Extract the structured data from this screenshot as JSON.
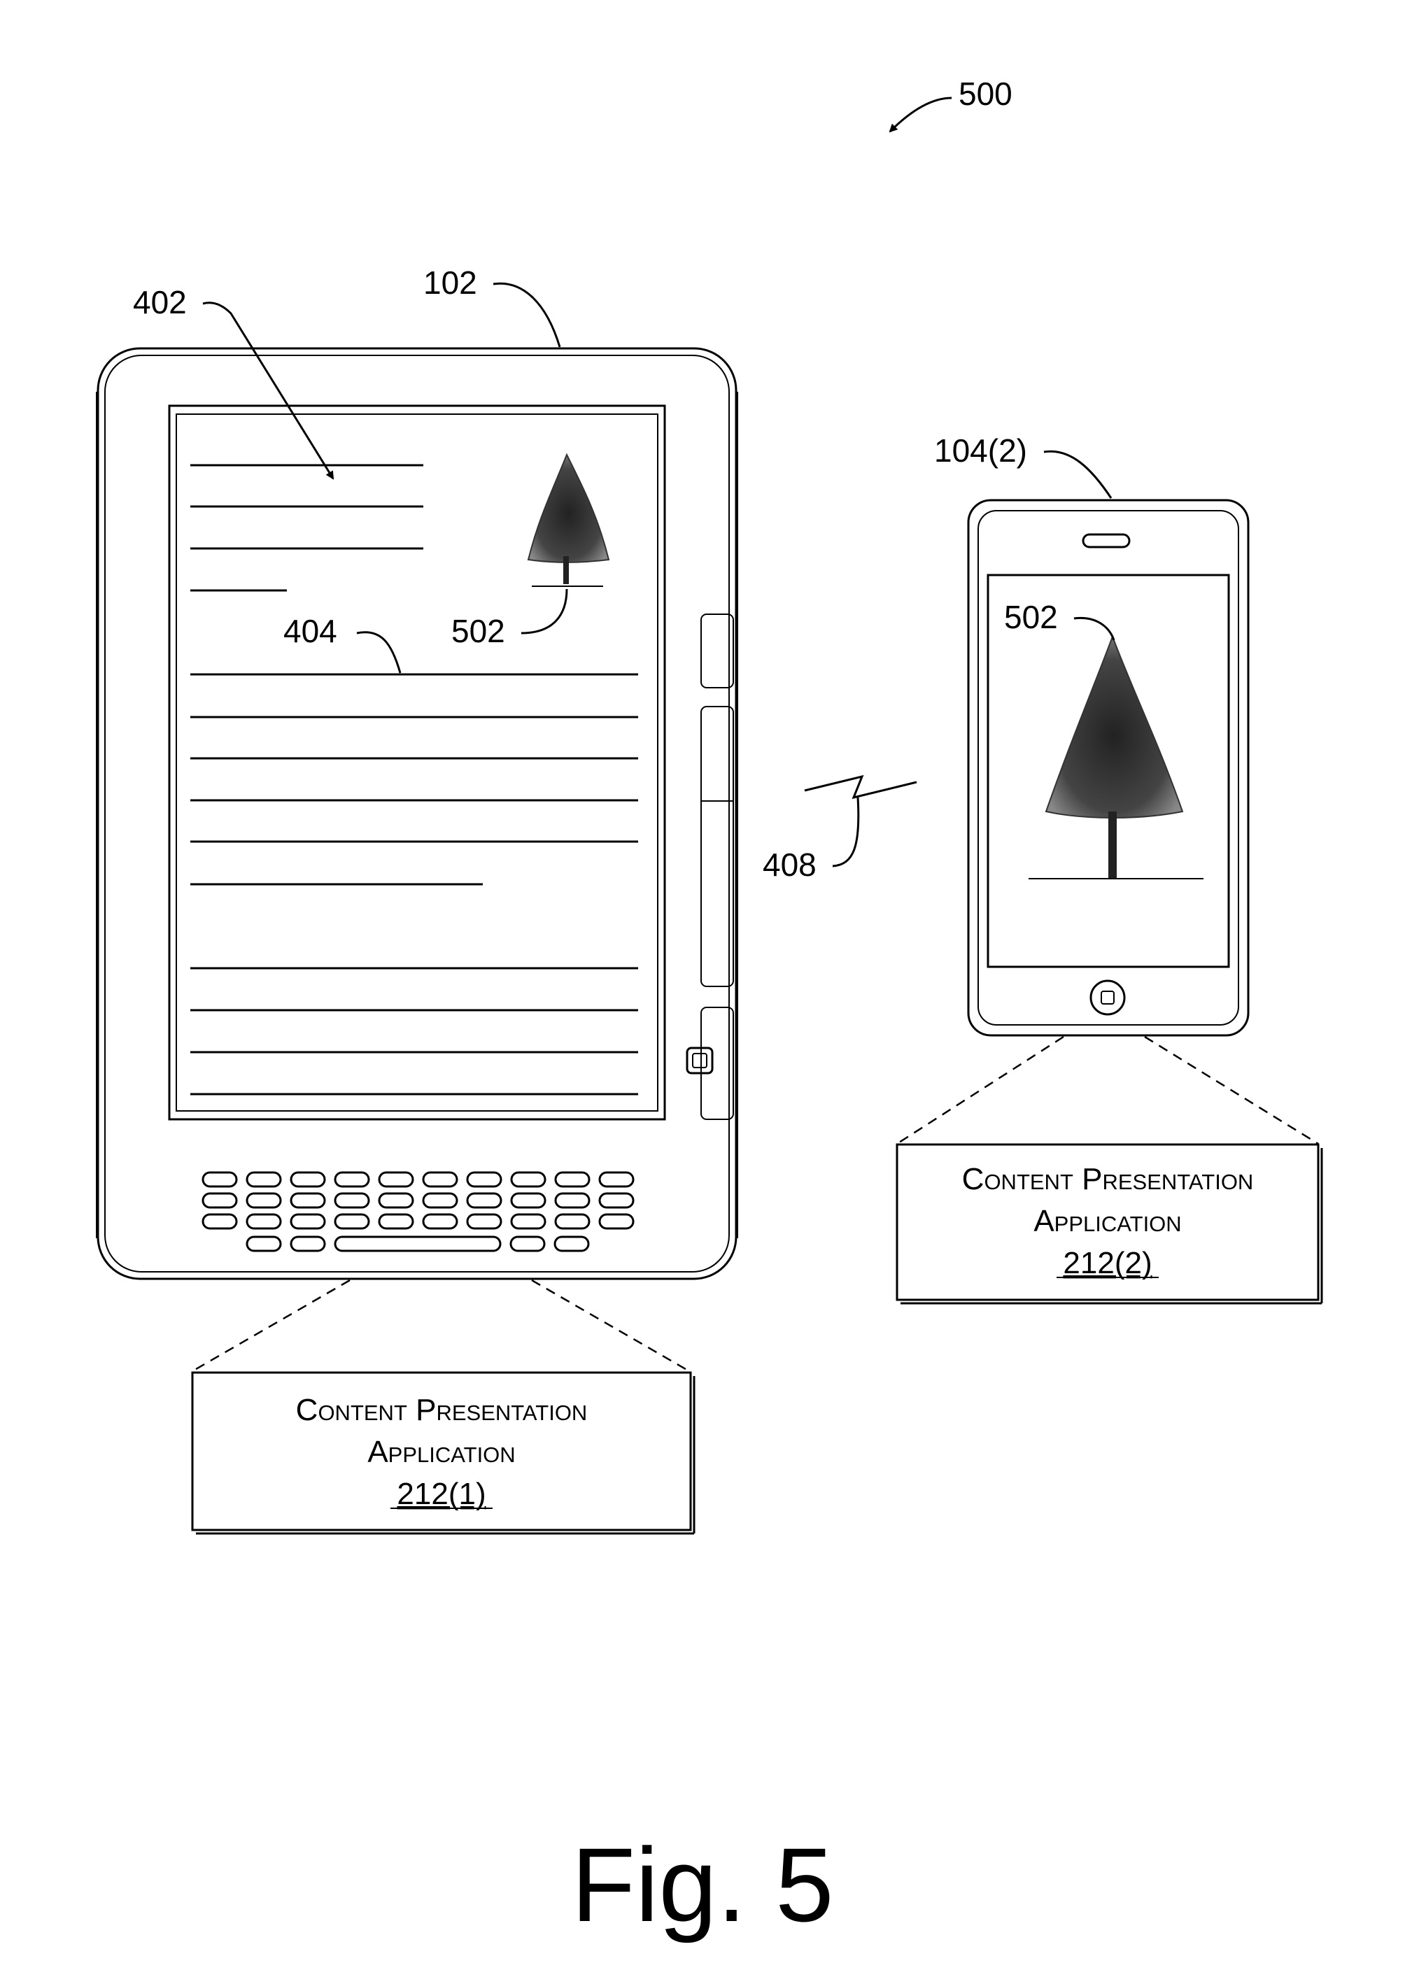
{
  "figure": {
    "caption": "Fig. 5",
    "ref_500": "500"
  },
  "ereader": {
    "ref_device": "102",
    "ref_text_block": "402",
    "ref_text_lines": "404",
    "ref_image": "502",
    "app_box": {
      "line1": "Content Presentation",
      "line2": "Application",
      "number": "212(1)"
    }
  },
  "phone": {
    "ref_device": "104(2)",
    "ref_image": "502",
    "app_box": {
      "line1": "Content Presentation",
      "line2": "Application",
      "number": "212(2)"
    }
  },
  "connection": {
    "ref_link": "408"
  }
}
